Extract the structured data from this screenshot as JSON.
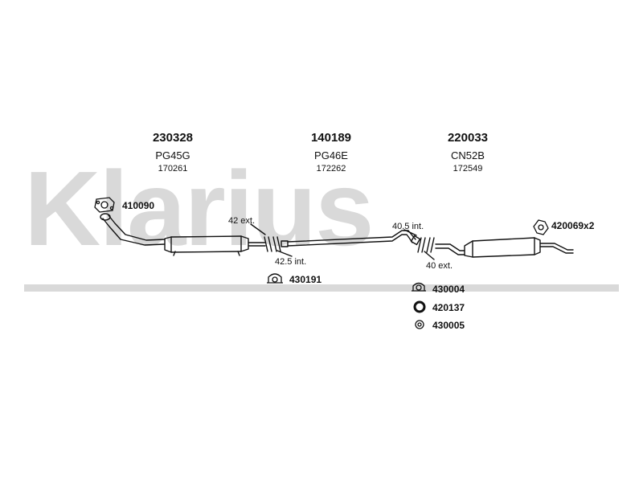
{
  "watermark": {
    "text": "Klarius"
  },
  "parts": [
    {
      "number": "230328",
      "code": "PG45G",
      "ref": "170261"
    },
    {
      "number": "140189",
      "code": "PG46E",
      "ref": "172262"
    },
    {
      "number": "220033",
      "code": "CN52B",
      "ref": "172549"
    }
  ],
  "dimensions": {
    "front_joint_ext": "42 ext.",
    "front_joint_int": "42.5 int.",
    "rear_joint_int": "40.5 int.",
    "rear_joint_ext": "40 ext."
  },
  "accessories": {
    "gasket_front": "410090",
    "clamp_front": "430191",
    "clamp_rear": "430004",
    "ring_rear": "420137",
    "clamp_small": "430005",
    "hanger_rear": "420069x2"
  },
  "colors": {
    "line": "#111111",
    "watermark": "#d9d9d9"
  }
}
